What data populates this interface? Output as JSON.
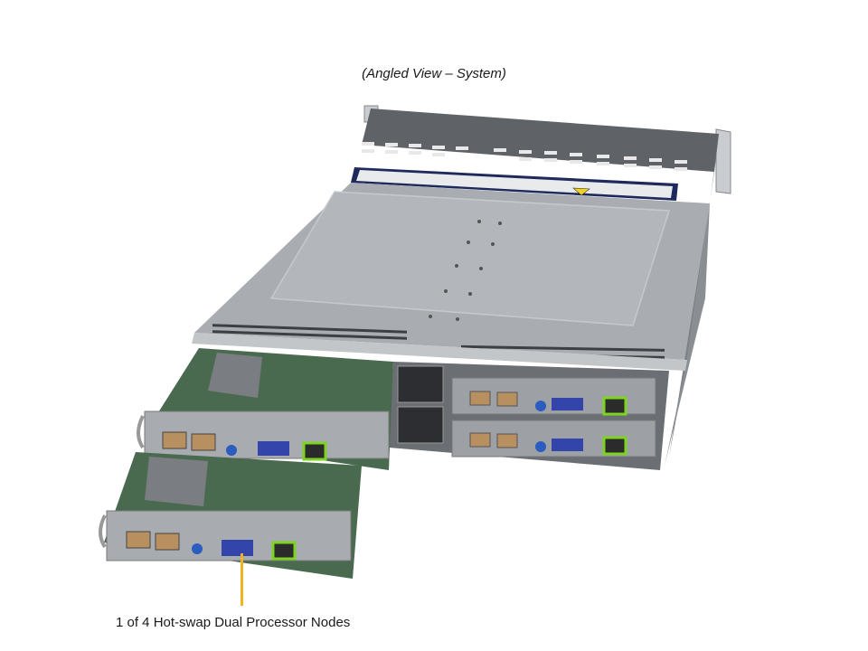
{
  "figure": {
    "title": "(Angled View – System)",
    "caption": "1 of 4 Hot-swap Dual Processor Nodes",
    "leader_color": "#f0b323",
    "subject": "2U rackmount server chassis with 4 hot-swap nodes, two nodes pulled out",
    "colors": {
      "chassis_top": "#a9adb2",
      "chassis_dark": "#6d7177",
      "label_strip": "#1f2a5c",
      "vga_port": "#3344aa",
      "mgmt_port": "#7ed321",
      "thumbscrew": "#2a5dbf",
      "pcb": "#3e6b45"
    }
  }
}
